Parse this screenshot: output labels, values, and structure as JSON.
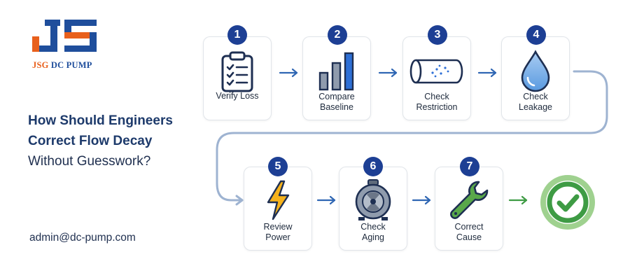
{
  "brand": {
    "logo_name": "JSG DC PUMP logo",
    "logo_text_jsg": "JSG",
    "logo_text_rest": "DC PUMP",
    "colors": {
      "orange": "#e8601c",
      "blue": "#1f4e9c"
    }
  },
  "headline": {
    "bold_part": "How Should Engineers Correct Flow Decay",
    "regular_part": " Without Guesswork?"
  },
  "contact": {
    "email": "admin@dc-pump.com"
  },
  "steps": [
    {
      "number": "1",
      "label": "Verify Loss",
      "icon": "clipboard-checklist-icon"
    },
    {
      "number": "2",
      "label": "Compare Baseline",
      "icon": "bar-chart-icon"
    },
    {
      "number": "3",
      "label": "Check Restriction",
      "icon": "pipe-restriction-icon"
    },
    {
      "number": "4",
      "label": "Check Leakage",
      "icon": "water-drop-icon"
    },
    {
      "number": "5",
      "label": "Review Power",
      "icon": "lightning-bolt-icon"
    },
    {
      "number": "6",
      "label": "Check Aging",
      "icon": "motor-icon"
    },
    {
      "number": "7",
      "label": "Correct Cause",
      "icon": "wrench-icon"
    }
  ],
  "final": {
    "icon": "check-circle-icon",
    "color": "#3e9b44"
  },
  "colors": {
    "badge": "#1d3f94",
    "arrow": "#2f66b3",
    "connector": "#9eb3d1"
  }
}
